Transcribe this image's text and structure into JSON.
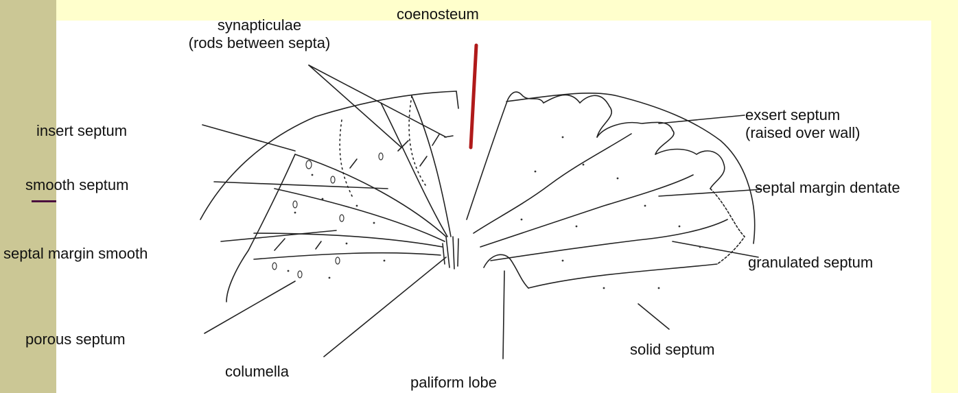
{
  "colors": {
    "background": "#FFFFCC",
    "side_bar": "#CBC795",
    "accent_bar": "#4B0F3E",
    "panel": "#FFFFFF",
    "coenosteum_marker": "#B01A1A",
    "ink": "#222222"
  },
  "labels": {
    "synapticulae": "synapticulae",
    "synapticulae_note": "(rods between septa)",
    "coenosteum": "coenosteum",
    "insert_septum": "insert septum",
    "smooth_septum": "smooth septum",
    "septal_margin_smooth": "septal margin smooth",
    "porous_septum": "porous septum",
    "columella": "columella",
    "paliform_lobe": "paliform lobe",
    "solid_septum": "solid septum",
    "granulated_septum": "granulated septum",
    "septal_margin_dentate": "septal margin dentate",
    "exsert_septum": "exsert septum",
    "exsert_septum_note": "(raised over wall)"
  }
}
